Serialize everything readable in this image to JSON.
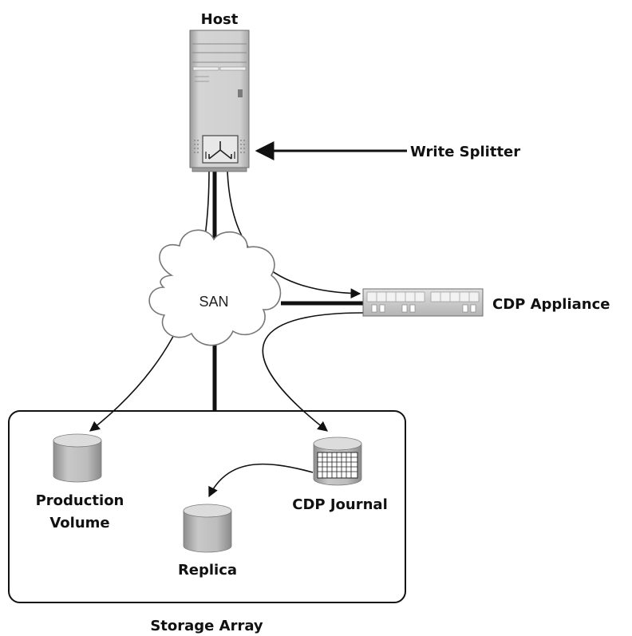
{
  "labels": {
    "host": "Host",
    "write_splitter": "Write Splitter",
    "san": "SAN",
    "cdp_appliance": "CDP Appliance",
    "production_volume_line1": "Production",
    "production_volume_line2": "Volume",
    "cdp_journal": "CDP Journal",
    "replica": "Replica",
    "storage_array": "Storage Array"
  },
  "colors": {
    "line": "#111111",
    "device_gray": "#cfcfcf",
    "cylinder_gray": "#b8b8b8"
  },
  "icons": {
    "host": "tower-server-icon",
    "write_splitter": "write-splitter-icon",
    "san": "cloud-icon",
    "cdp_appliance": "rack-appliance-icon",
    "production_volume": "disk-cylinder-icon",
    "cdp_journal": "journal-disk-icon",
    "replica": "disk-cylinder-icon"
  }
}
